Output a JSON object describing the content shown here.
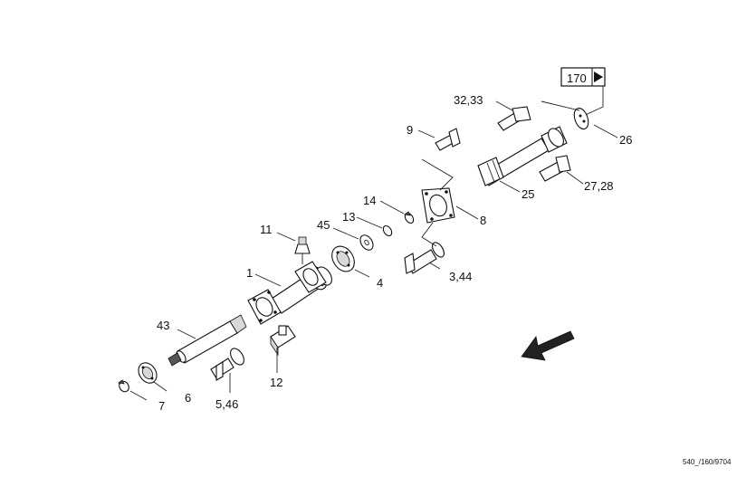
{
  "reference_box": {
    "text": "170"
  },
  "labels": {
    "p1": "1",
    "p3_44": "3,44",
    "p4": "4",
    "p5_46": "5,46",
    "p6": "6",
    "p7": "7",
    "p8": "8",
    "p9": "9",
    "p11": "11",
    "p12": "12",
    "p13": "13",
    "p14": "14",
    "p25": "25",
    "p26": "26",
    "p27_28": "27,28",
    "p32_33": "32,33",
    "p43": "43",
    "p45": "45"
  },
  "footer_code": "540_/160/9704",
  "icons": {
    "direction_arrow": "arrow-icon",
    "reference_arrow": "triangle-right-icon"
  }
}
